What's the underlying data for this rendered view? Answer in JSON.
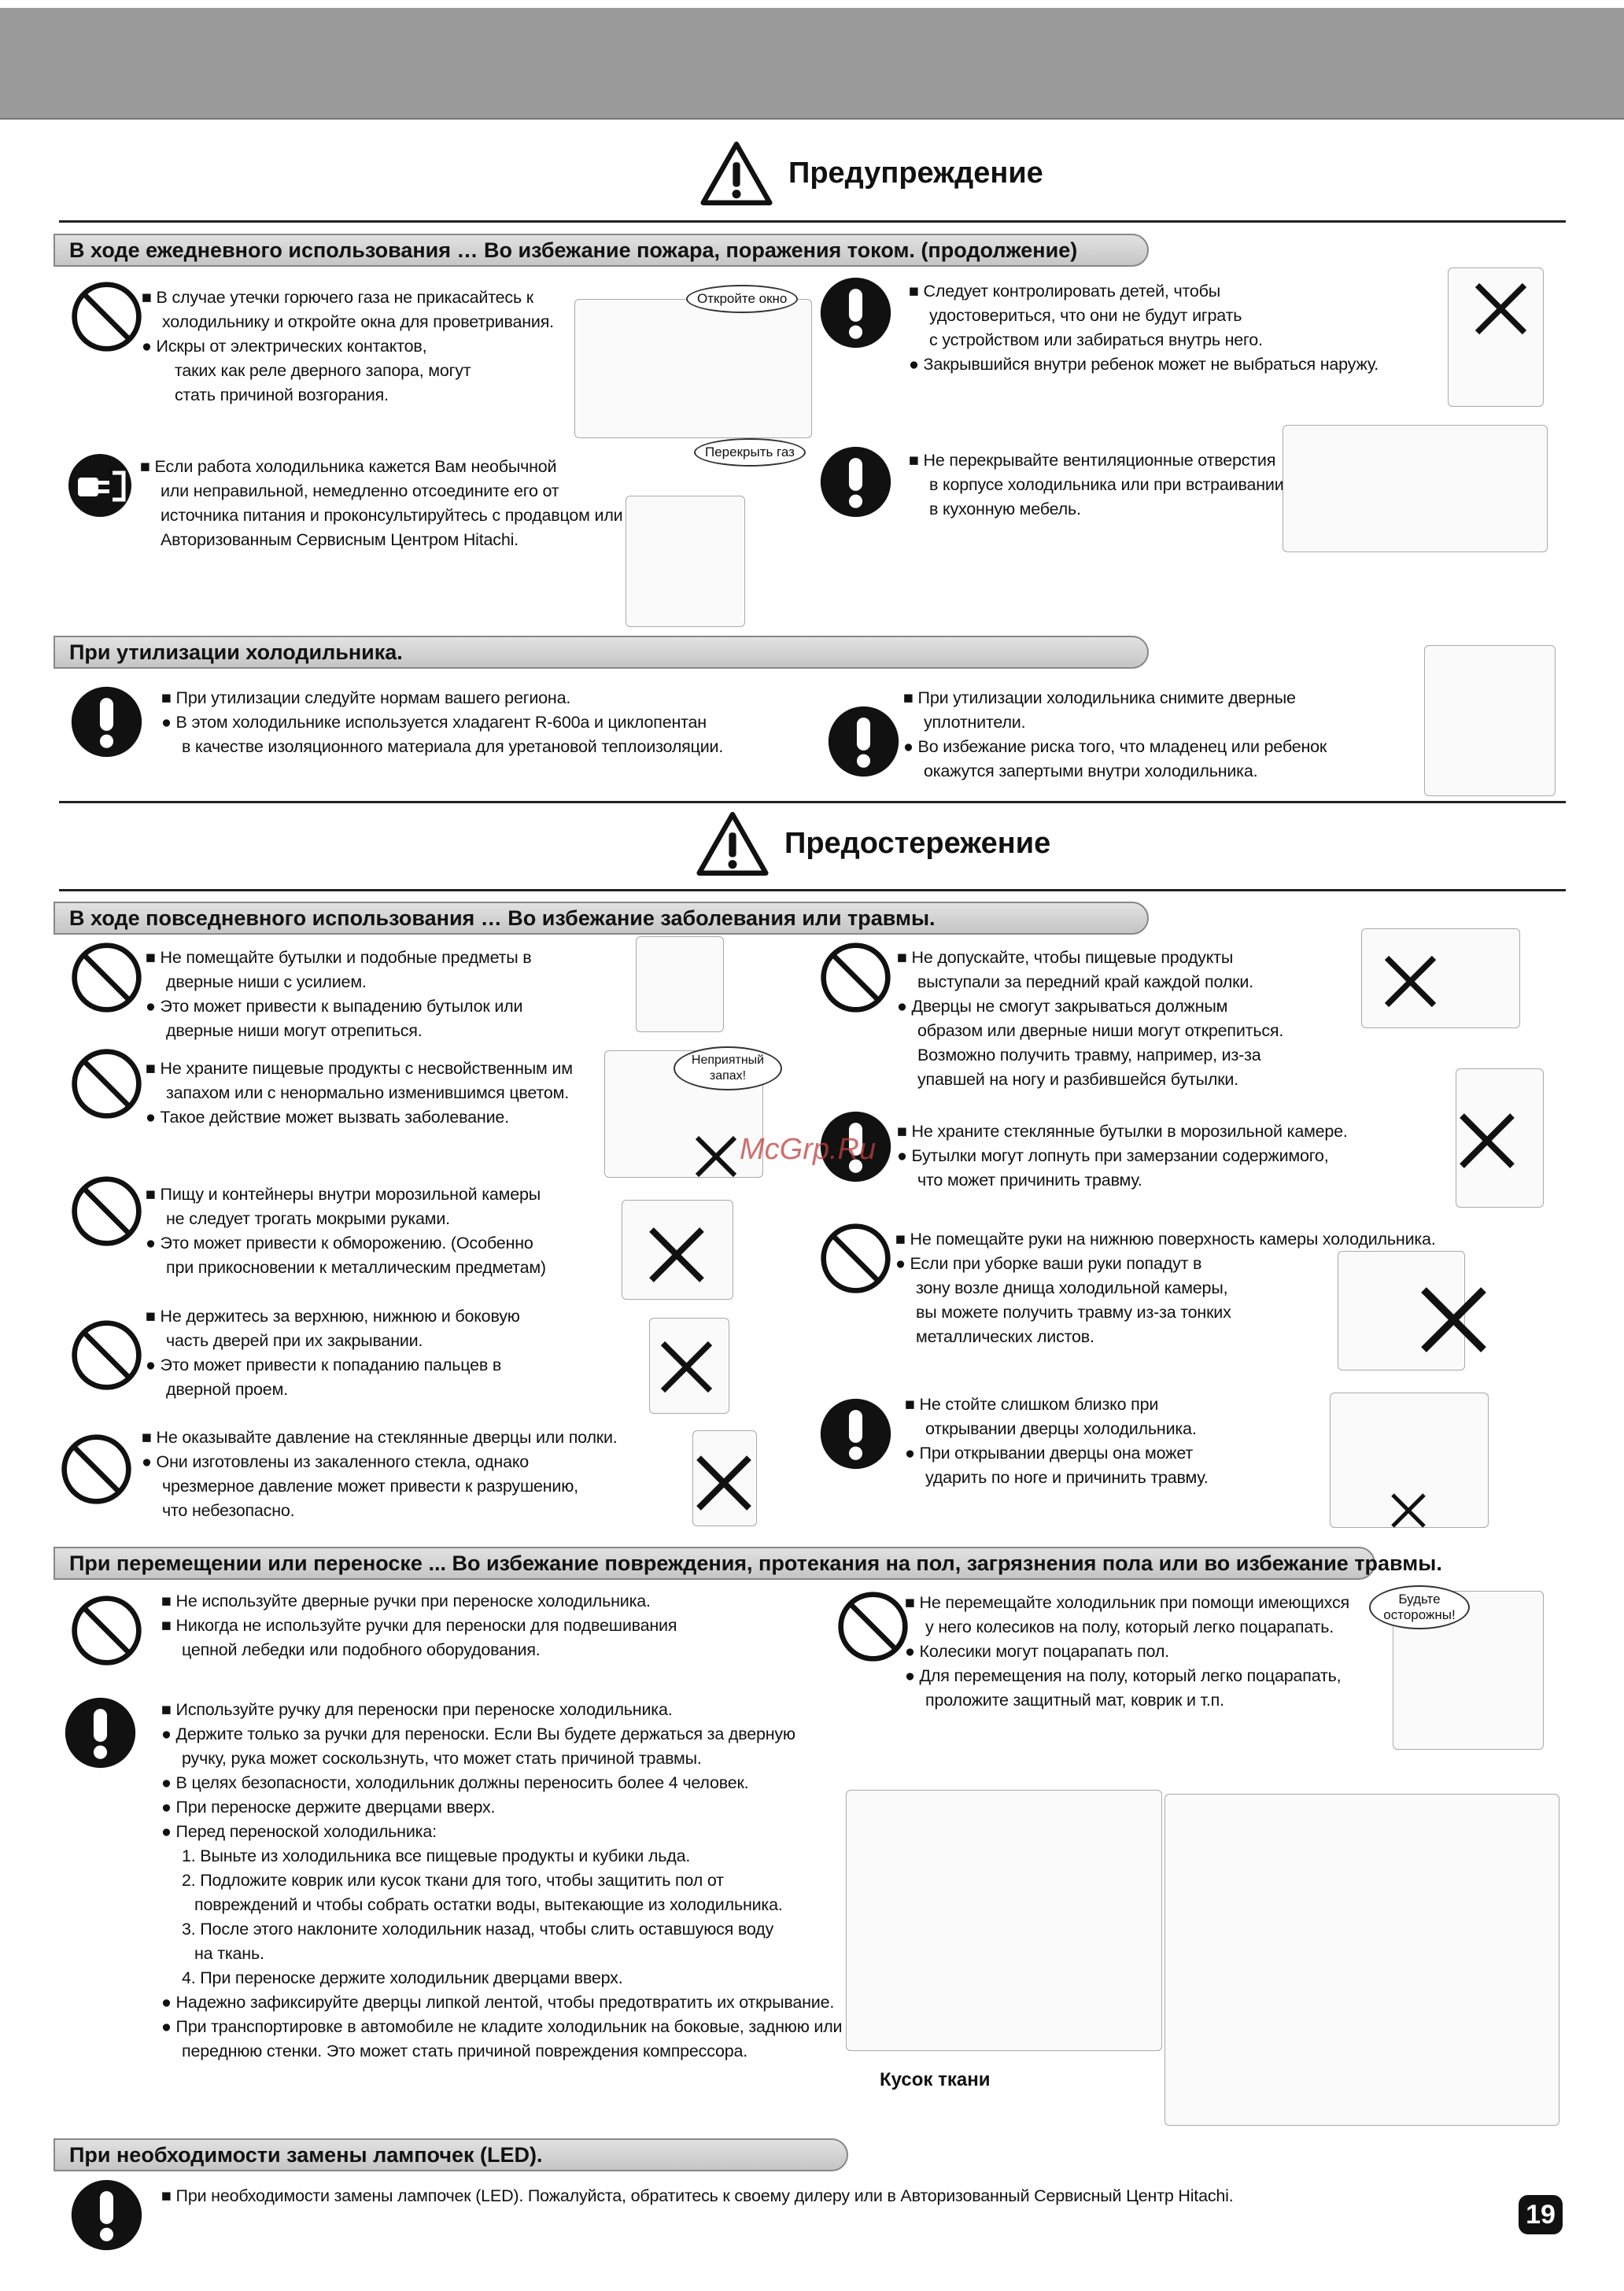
{
  "warning_title": "Предупреждение",
  "caution_title": "Предостережение",
  "sec1": "В ходе ежедневного использования … Во избежание пожара, поражения током. (продолжение)",
  "s1a": [
    "■ В случае утечки горючего газа не прикасайтесь к",
    "холодильнику и откройте окна для проветривания.",
    "● Искры от электрических контактов,",
    "таких как реле дверного запора, могут",
    "стать причиной возгорания."
  ],
  "s1b": [
    "■ Если работа холодильника кажется Вам необычной",
    "или неправильной, немедленно отсоедините его от",
    "источника питания и проконсультируйтесь с продавцом или",
    "Авторизованным Сервисным Центром Hitachi."
  ],
  "s1c": [
    "■ Следует контролировать детей, чтобы",
    "удостовериться, что они не будут играть",
    "с устройством или забираться внутрь него.",
    "● Закрывшийся внутри ребенок может не выбраться наружу."
  ],
  "s1d": [
    "■ Не перекрывайте вентиляционные отверстия",
    "в корпусе холодильника или при встраивании",
    "в кухонную мебель."
  ],
  "bubble_window": "Откройте окно",
  "bubble_gas": "Перекрыть газ",
  "sec2": "При утилизации холодильника.",
  "s2a": [
    "■ При утилизации следуйте нормам вашего региона.",
    "● В этом холодильнике используется хладагент R-600a и циклопентан",
    "в качестве изоляционного материала для уретановой теплоизоляции."
  ],
  "s2b": [
    "■ При утилизации холодильника снимите дверные",
    "уплотнители.",
    "● Во избежание риска того, что младенец или ребенок",
    "окажутся запертыми внутри холодильника."
  ],
  "sec3": "В ходе повседневного использования … Во избежание заболевания или травмы.",
  "c1": [
    "■ Не помещайте бутылки и подобные предметы в",
    "дверные ниши с усилием.",
    "● Это может привести к выпадению бутылок или",
    "дверные ниши могут отрепиться."
  ],
  "c2": [
    "■ Не храните пищевые продукты с несвойственным им",
    "запахом или с ненормально изменившимся цветом.",
    "● Такое действие может вызвать заболевание."
  ],
  "c3": [
    "■ Пищу и контейнеры внутри морозильной камеры",
    "не следует трогать мокрыми руками.",
    "● Это может привести к обморожению. (Особенно",
    "при прикосновении к металлическим предметам)"
  ],
  "c4": [
    "■ Не держитесь за верхнюю, нижнюю и боковую",
    "часть дверей при их закрывании.",
    "● Это может привести к попаданию пальцев в",
    "дверной проем."
  ],
  "c5": [
    "■ Не оказывайте давление на стеклянные дверцы или полки.",
    "● Они изготовлены из закаленного стекла, однако",
    "чрезмерное давление может привести к разрушению,",
    "что небезопасно."
  ],
  "bubble_smell": "Неприятный запах!",
  "c6": [
    "■ Не допускайте, чтобы пищевые продукты",
    "выступали за передний край каждой полки.",
    "● Дверцы не смогут закрываться должным",
    "образом или дверные ниши могут открепиться.",
    "Возможно получить травму, например, из-за",
    "упавшей на ногу и разбившейся бутылки."
  ],
  "c7": [
    "■ Не храните стеклянные бутылки в морозильной камере.",
    "● Бутылки могут лопнуть при замерзании содержимого,",
    "что может причинить травму."
  ],
  "c8": [
    "■ Не помещайте руки на нижнюю поверхность камеры холодильника.",
    "● Если при уборке ваши руки попадут в",
    "зону возле днища холодильной камеры,",
    "вы можете получить травму из-за тонких",
    "металлических листов."
  ],
  "c9": [
    "■ Не стойте слишком близко при",
    "открывании дверцы холодильника.",
    "● При открывании дверцы она может",
    "ударить по ноге и причинить травму."
  ],
  "watermark": "McGrp.Ru",
  "sec4": "При перемещении или переноске ... Во избежание повреждения, протекания на пол, загрязнения пола или во избежание травмы.",
  "m1": [
    "■ Не используйте дверные ручки при переноске холодильника.",
    "■ Никогда не используйте ручки для переноски для подвешивания",
    "цепной лебедки или подобного оборудования."
  ],
  "m2": [
    "■ Не перемещайте холодильник при помощи имеющихся",
    "у него колесиков на полу, который легко поцарапать.",
    "● Колесики могут поцарапать пол.",
    "● Для перемещения на полу, который легко поцарапать,",
    "проложите защитный мат, коврик и т.п."
  ],
  "bubble_careful": "Будьте осторожны!",
  "m3": [
    "■ Используйте ручку для переноски при переноске холодильника.",
    "● Держите только за ручки для переноски. Если Вы будете держаться за дверную",
    "ручку, рука может соскользнуть, что может стать причиной травмы.",
    "● В целях безопасности, холодильник должны переносить более 4 человек.",
    "● При переноске держите дверцами вверх.",
    "● Перед переноской холодильника:",
    "1. Выньте из холодильника все пищевые продукты и кубики льда.",
    "2. Подложите коврик или кусок ткани для того, чтобы защитить пол от",
    "повреждений и чтобы собрать остатки воды, вытекающие из холодильника.",
    "3. После этого наклоните холодильник назад, чтобы слить оставшуюся воду",
    "на ткань.",
    "4. При переноске держите холодильник дверцами вверх.",
    "● Надежно зафиксируйте дверцы липкой лентой, чтобы предотвратить их открывание.",
    "● При транспортировке в автомобиле не кладите холодильник на боковые, заднюю или",
    "переднюю стенки. Это может стать причиной повреждения компрессора."
  ],
  "cloth_caption": "Кусок ткани",
  "sec5": "При необходимости замены лампочек (LED).",
  "l1": "■ При необходимости замены лампочек (LED). Пожалуйста, обратитесь к своему дилеру или в Авторизованный Сервисный Центр Hitachi.",
  "page_number": "19"
}
